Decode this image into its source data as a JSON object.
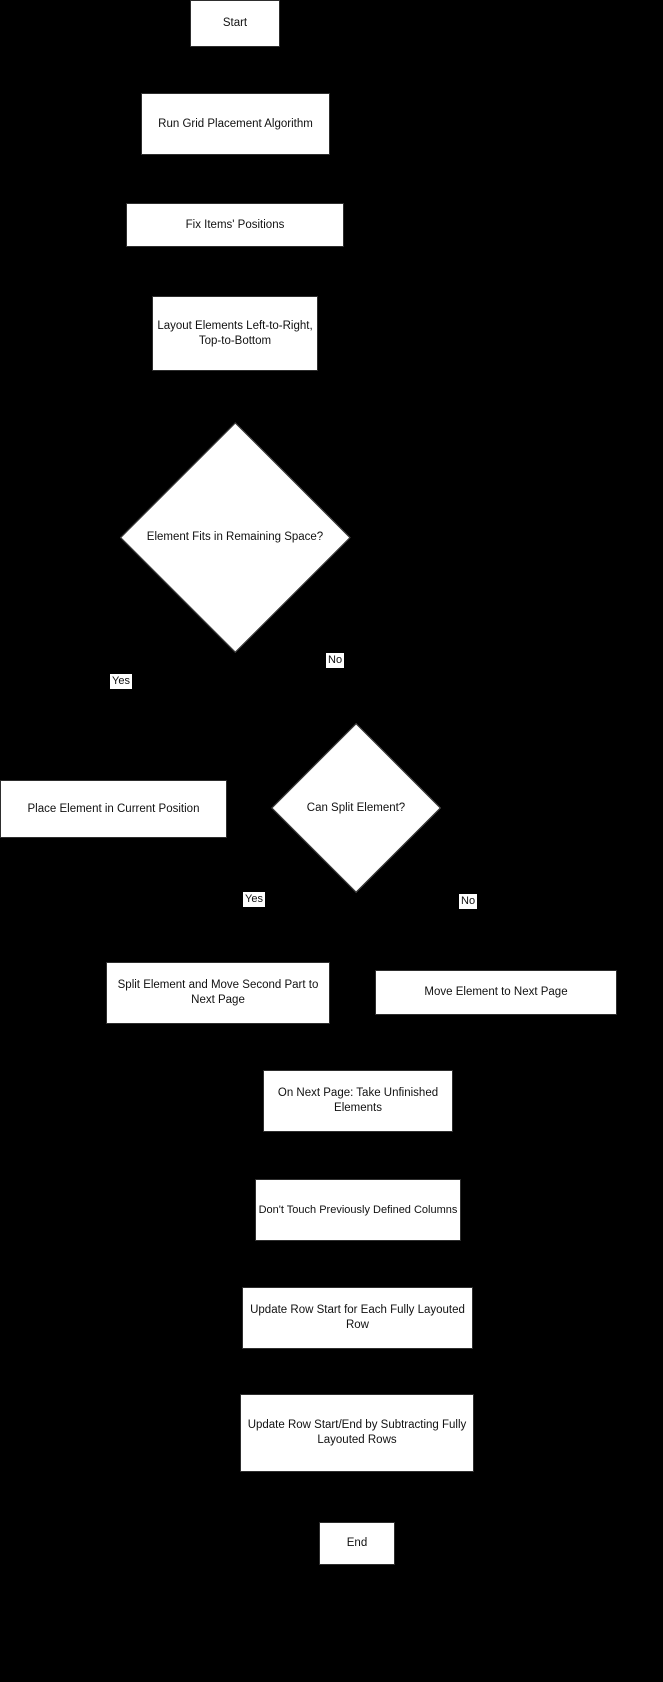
{
  "diagram": {
    "type": "flowchart",
    "background_color": "#000000",
    "node_fill_color": "#ffffff",
    "node_text_color": "#111111"
  },
  "nodes": {
    "start": {
      "type": "process",
      "label": "Start"
    },
    "run_grid": {
      "type": "process",
      "label": "Run Grid Placement Algorithm"
    },
    "fix_items": {
      "type": "process",
      "label": "Fix Items' Positions"
    },
    "layout_elements": {
      "type": "process",
      "label": "Layout Elements Left-to-Right, Top-to-Bottom"
    },
    "fits_decision": {
      "type": "decision",
      "label": "Element Fits in Remaining Space?"
    },
    "place_element": {
      "type": "process",
      "label": "Place Element in Current Position"
    },
    "split_decision": {
      "type": "decision",
      "label": "Can Split Element?"
    },
    "split_element": {
      "type": "process",
      "label": "Split Element and Move Second Part to Next Page"
    },
    "move_element": {
      "type": "process",
      "label": "Move Element to Next Page"
    },
    "next_page": {
      "type": "process",
      "label": "On Next Page: Take Unfinished Elements"
    },
    "dont_touch": {
      "type": "process",
      "label": "Don't Touch Previously Defined Columns"
    },
    "update_row_start": {
      "type": "process",
      "label": "Update Row Start for Each Fully Layouted Row"
    },
    "update_row_start_end": {
      "type": "process",
      "label": "Update Row Start/End by Subtracting Fully Layouted Rows"
    },
    "end": {
      "type": "process",
      "label": "End"
    }
  },
  "edge_labels": {
    "fits_no": "No",
    "fits_yes": "Yes",
    "split_yes": "Yes",
    "split_no": "No"
  }
}
